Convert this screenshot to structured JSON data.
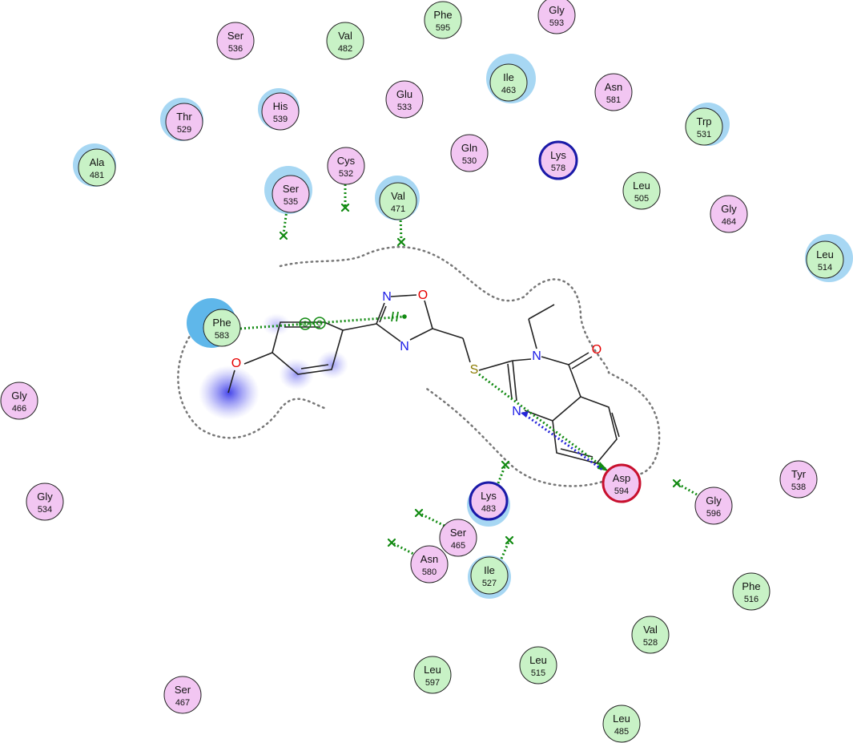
{
  "residues": [
    {
      "id": "ser536",
      "name": "Ser",
      "num": "536",
      "type": "polar"
    },
    {
      "id": "val482",
      "name": "Val",
      "num": "482",
      "type": "hydrophobic"
    },
    {
      "id": "phe595",
      "name": "Phe",
      "num": "595",
      "type": "hydrophobic"
    },
    {
      "id": "gly593",
      "name": "Gly",
      "num": "593",
      "type": "polar"
    },
    {
      "id": "ile463",
      "name": "Ile",
      "num": "463",
      "type": "hydrophobic"
    },
    {
      "id": "asn581",
      "name": "Asn",
      "num": "581",
      "type": "polar"
    },
    {
      "id": "thr529",
      "name": "Thr",
      "num": "529",
      "type": "polar"
    },
    {
      "id": "his539",
      "name": "His",
      "num": "539",
      "type": "polar"
    },
    {
      "id": "glu533",
      "name": "Glu",
      "num": "533",
      "type": "polar"
    },
    {
      "id": "trp531",
      "name": "Trp",
      "num": "531",
      "type": "hydrophobic"
    },
    {
      "id": "ala481",
      "name": "Ala",
      "num": "481",
      "type": "hydrophobic"
    },
    {
      "id": "cys532",
      "name": "Cys",
      "num": "532",
      "type": "polar"
    },
    {
      "id": "gln530",
      "name": "Gln",
      "num": "530",
      "type": "polar"
    },
    {
      "id": "lys578",
      "name": "Lys",
      "num": "578",
      "type": "basic"
    },
    {
      "id": "ser535",
      "name": "Ser",
      "num": "535",
      "type": "polar"
    },
    {
      "id": "val471",
      "name": "Val",
      "num": "471",
      "type": "hydrophobic"
    },
    {
      "id": "leu505",
      "name": "Leu",
      "num": "505",
      "type": "hydrophobic"
    },
    {
      "id": "gly464",
      "name": "Gly",
      "num": "464",
      "type": "polar"
    },
    {
      "id": "leu514",
      "name": "Leu",
      "num": "514",
      "type": "hydrophobic"
    },
    {
      "id": "phe583",
      "name": "Phe",
      "num": "583",
      "type": "hydrophobic"
    },
    {
      "id": "gly466",
      "name": "Gly",
      "num": "466",
      "type": "polar"
    },
    {
      "id": "gly534",
      "name": "Gly",
      "num": "534",
      "type": "polar"
    },
    {
      "id": "asp594",
      "name": "Asp",
      "num": "594",
      "type": "acidic"
    },
    {
      "id": "tyr538",
      "name": "Tyr",
      "num": "538",
      "type": "polar"
    },
    {
      "id": "gly596",
      "name": "Gly",
      "num": "596",
      "type": "polar"
    },
    {
      "id": "lys483",
      "name": "Lys",
      "num": "483",
      "type": "basic"
    },
    {
      "id": "ser465",
      "name": "Ser",
      "num": "465",
      "type": "polar"
    },
    {
      "id": "asn580",
      "name": "Asn",
      "num": "580",
      "type": "polar"
    },
    {
      "id": "ile527",
      "name": "Ile",
      "num": "527",
      "type": "hydrophobic"
    },
    {
      "id": "phe516",
      "name": "Phe",
      "num": "516",
      "type": "hydrophobic"
    },
    {
      "id": "val528",
      "name": "Val",
      "num": "528",
      "type": "hydrophobic"
    },
    {
      "id": "leu597",
      "name": "Leu",
      "num": "597",
      "type": "hydrophobic"
    },
    {
      "id": "leu515",
      "name": "Leu",
      "num": "515",
      "type": "hydrophobic"
    },
    {
      "id": "ser467",
      "name": "Ser",
      "num": "467",
      "type": "polar"
    },
    {
      "id": "leu485",
      "name": "Leu",
      "num": "485",
      "type": "hydrophobic"
    }
  ],
  "atoms": {
    "n1": "N",
    "o_ring": "O",
    "n2": "N",
    "n3": "N",
    "o_carbonyl": "O",
    "s": "S",
    "n4": "N",
    "o_methoxy": "O"
  },
  "colors": {
    "polar_fill": "#f2c6f2",
    "hydrophobic_fill": "#c8f2c6",
    "basic_stroke": "#1a1aa8",
    "acidic_stroke": "#c8102e",
    "interaction_green": "#118a11",
    "halo_blue": "#5fb7ea",
    "ligand_glow": "#5555ee",
    "nitrogen": "#1a1ae6",
    "oxygen": "#e60000",
    "sulfur": "#8a7a00"
  }
}
